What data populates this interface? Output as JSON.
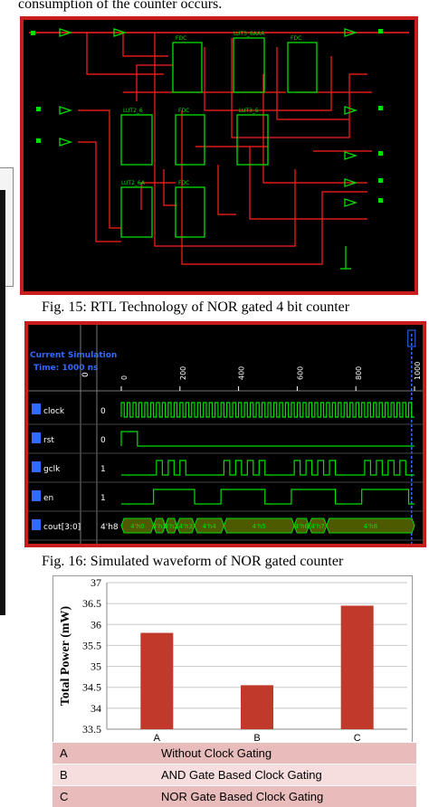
{
  "page": {
    "top_text": "consumption of the counter occurs.",
    "fig15_caption": "Fig. 15: RTL Technology of NOR gated 4 bit counter",
    "fig16_caption": "Fig. 16:  Simulated waveform of NOR gated counter"
  },
  "rtl": {
    "blocks": [
      "FDC",
      "LUT3_6AAA",
      "FDC",
      "LUT2_6",
      "FDC",
      "LUT3_5",
      "LUT2_6A",
      "FDC"
    ]
  },
  "waveform": {
    "header_line1": "Current Simulation",
    "header_line2": "Time: 1000 ns",
    "header_value": "0",
    "time_ticks": [
      "0",
      "200",
      "400",
      "600",
      "800",
      "1000"
    ],
    "signals": [
      {
        "name": "clock",
        "value": "0"
      },
      {
        "name": "rst",
        "value": "0"
      },
      {
        "name": "gclk",
        "value": "1"
      },
      {
        "name": "en",
        "value": "1"
      },
      {
        "name": "cout[3:0]",
        "value": "4'h8"
      }
    ],
    "bus_labels": [
      "4'h0",
      "4'h1",
      "4'h2",
      "4'h3",
      "4'h4",
      "4'h5",
      "4'h6",
      "4'h7",
      "4'h8"
    ],
    "colors": {
      "wave": "#00e000",
      "cursor": "#2f6bff",
      "bus_fill": "#4d5a00"
    }
  },
  "chart_data": {
    "type": "bar",
    "categories": [
      "A",
      "B",
      "C"
    ],
    "values": [
      35.8,
      34.55,
      36.45
    ],
    "title": "",
    "xlabel": "",
    "ylabel": "Total Power (mW)",
    "ylim": [
      33.5,
      37
    ],
    "yticks": [
      "33.5",
      "34",
      "34.5",
      "35",
      "35.5",
      "36",
      "36.5",
      "37"
    ],
    "grid": true,
    "bar_color": "#c0392b"
  },
  "legend": [
    {
      "key": "A",
      "desc": "Without Clock Gating"
    },
    {
      "key": "B",
      "desc": "AND Gate Based Clock Gating"
    },
    {
      "key": "C",
      "desc": "NOR Gate Based Clock Gating"
    }
  ]
}
